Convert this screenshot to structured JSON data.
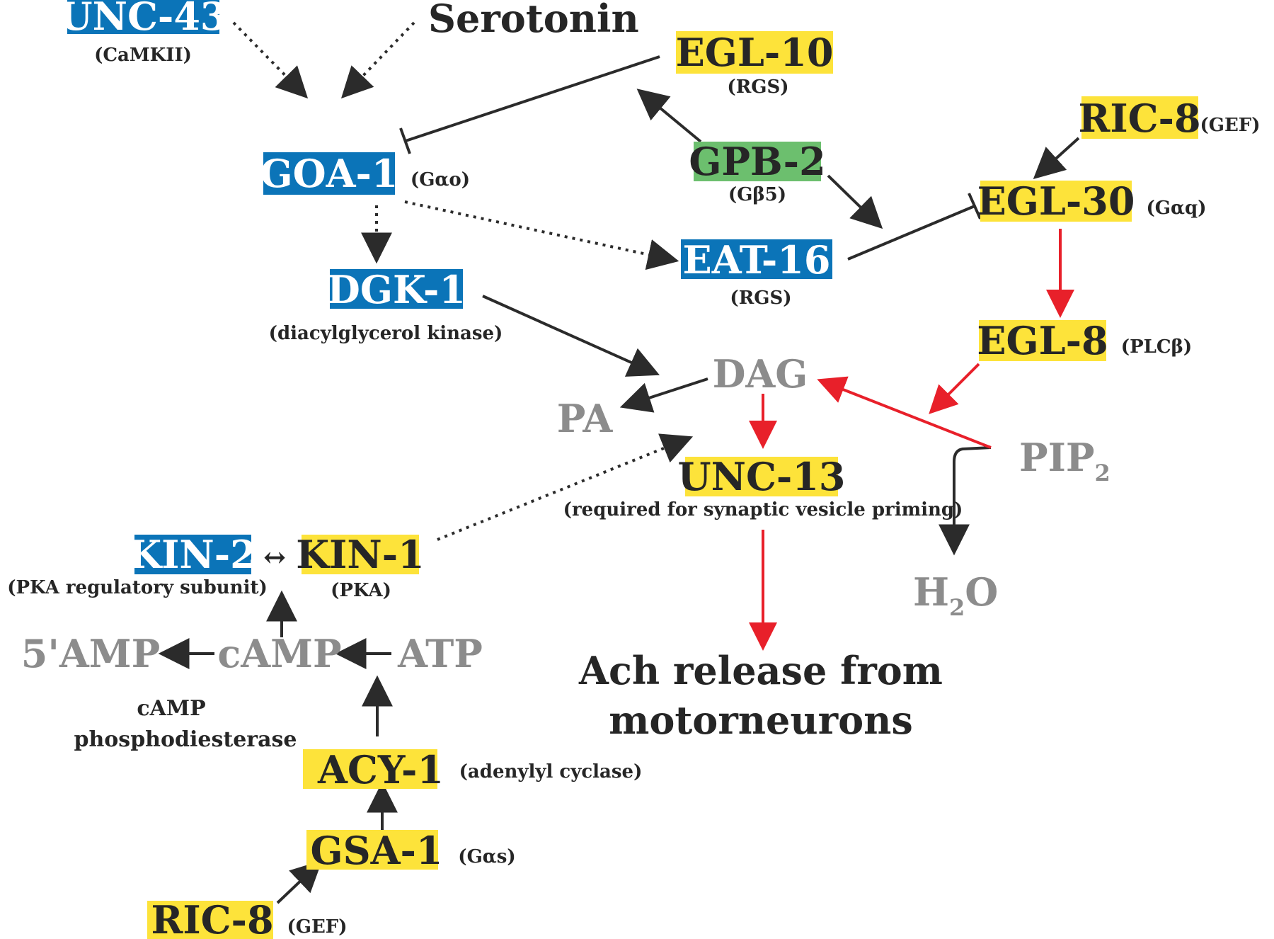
{
  "colors": {
    "blue": "#0b74b8",
    "yellow": "#fde33a",
    "green": "#6cbf6e",
    "gray": "#8c8c8c",
    "red": "#e8202a",
    "dark": "#262626"
  },
  "nodes": {
    "unc43": {
      "name": "UNC-43",
      "desc": "(CaMKII)"
    },
    "serotonin": {
      "name": "Serotonin"
    },
    "egl10": {
      "name": "EGL-10",
      "desc": "(RGS)"
    },
    "ric8_top": {
      "name": "RIC-8",
      "desc": "(GEF)"
    },
    "goa1": {
      "name": "GOA-1",
      "desc": "(Gαo)"
    },
    "gpb2": {
      "name": "GPB-2",
      "desc": "(Gβ5)"
    },
    "egl30": {
      "name": "EGL-30",
      "desc": "(Gαq)"
    },
    "dgk1": {
      "name": "DGK-1",
      "desc": "(diacylglycerol kinase)"
    },
    "eat16": {
      "name": "EAT-16",
      "desc": "(RGS)"
    },
    "egl8": {
      "name": "EGL-8",
      "desc": "(PLCβ)"
    },
    "dag": {
      "name": "DAG"
    },
    "pa": {
      "name": "PA"
    },
    "pip2": {
      "name": "PIP",
      "sub": "2"
    },
    "h2o": {
      "name_h": "H",
      "sub": "2",
      "name_o": "O"
    },
    "unc13": {
      "name": "UNC-13",
      "desc": "(required for synaptic vesicle priming)"
    },
    "kin2": {
      "name": "KIN-2",
      "desc": "(PKA regulatory subunit)"
    },
    "kin_link": "↔",
    "kin1": {
      "name": "KIN-1",
      "desc": "(PKA)"
    },
    "amp5": {
      "name": "5'AMP"
    },
    "camp": {
      "name": "cAMP"
    },
    "atp": {
      "name": "ATP"
    },
    "pde": {
      "line1": "cAMP",
      "line2": "phosphodiesterase"
    },
    "acy1": {
      "name": "ACY-1",
      "desc": "(adenylyl cyclase)"
    },
    "gsa1": {
      "name": "GSA-1",
      "desc": "(Gαs)"
    },
    "ric8_bottom": {
      "name": "RIC-8",
      "desc": "(GEF)"
    }
  },
  "outcome": {
    "line1": "Ach release from",
    "line2": "motorneurons"
  }
}
